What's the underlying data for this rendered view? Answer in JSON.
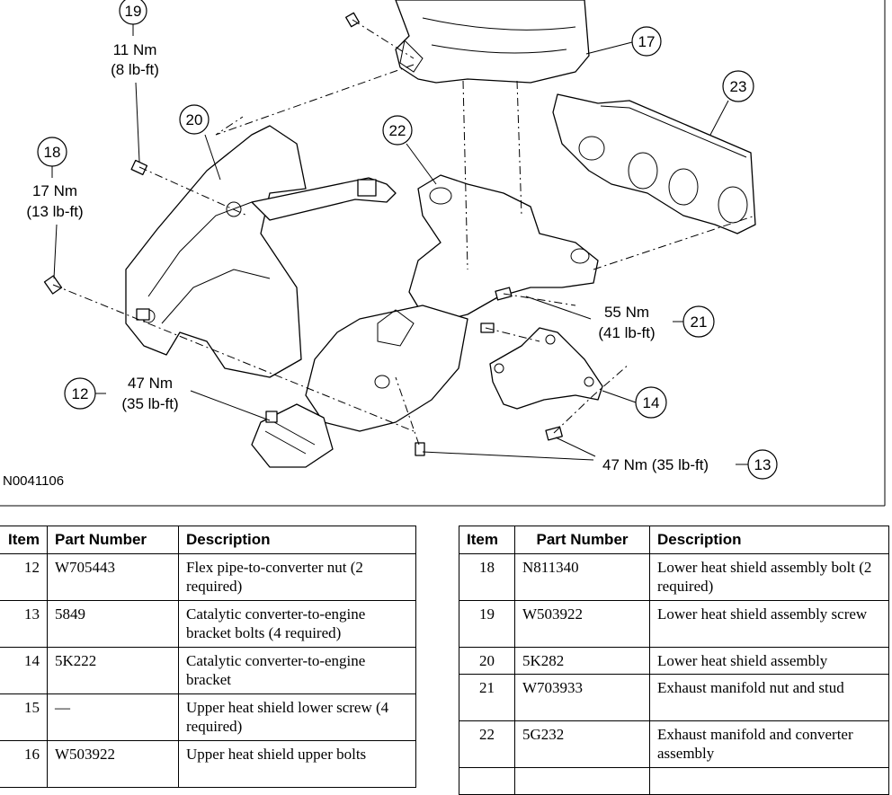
{
  "figure": {
    "id": "N0041106",
    "callouts": [
      {
        "item": "19",
        "torque": "11 Nm",
        "torque_alt": "(8 lb-ft)"
      },
      {
        "item": "18",
        "torque": "17 Nm",
        "torque_alt": "(13 lb-ft)"
      },
      {
        "item": "12",
        "torque": "47 Nm",
        "torque_alt": "(35 lb-ft)"
      },
      {
        "item": "21",
        "torque": "55 Nm",
        "torque_alt": "(41 lb-ft)"
      },
      {
        "item": "13",
        "torque": "47 Nm (35 lb-ft)"
      },
      {
        "item": "17"
      },
      {
        "item": "23"
      },
      {
        "item": "20"
      },
      {
        "item": "22"
      },
      {
        "item": "14"
      }
    ]
  },
  "table_left": {
    "headers": [
      "Item",
      "Part Number",
      "Description"
    ],
    "rows": [
      {
        "item": "12",
        "part": "W705443",
        "desc": "Flex pipe-to-converter nut (2 required)"
      },
      {
        "item": "13",
        "part": "5849",
        "desc": "Catalytic converter-to-engine bracket bolts (4 required)"
      },
      {
        "item": "14",
        "part": "5K222",
        "desc": "Catalytic converter-to-engine bracket"
      },
      {
        "item": "15",
        "part": "—",
        "desc": "Upper heat shield lower screw (4 required)"
      },
      {
        "item": "16",
        "part": "W503922",
        "desc": "Upper heat shield upper bolts"
      }
    ]
  },
  "table_right": {
    "headers": [
      "Item",
      "Part Number",
      "Description"
    ],
    "rows": [
      {
        "item": "18",
        "part": "N811340",
        "desc": "Lower heat shield assembly bolt (2 required)"
      },
      {
        "item": "19",
        "part": "W503922",
        "desc": "Lower heat shield assembly screw"
      },
      {
        "item": "20",
        "part": "5K282",
        "desc": "Lower heat shield assembly"
      },
      {
        "item": "21",
        "part": "W703933",
        "desc": "Exhaust manifold nut and stud"
      },
      {
        "item": "22",
        "part": "5G232",
        "desc": "Exhaust manifold and converter assembly"
      },
      {
        "item": "",
        "part": "",
        "desc": ""
      }
    ]
  }
}
